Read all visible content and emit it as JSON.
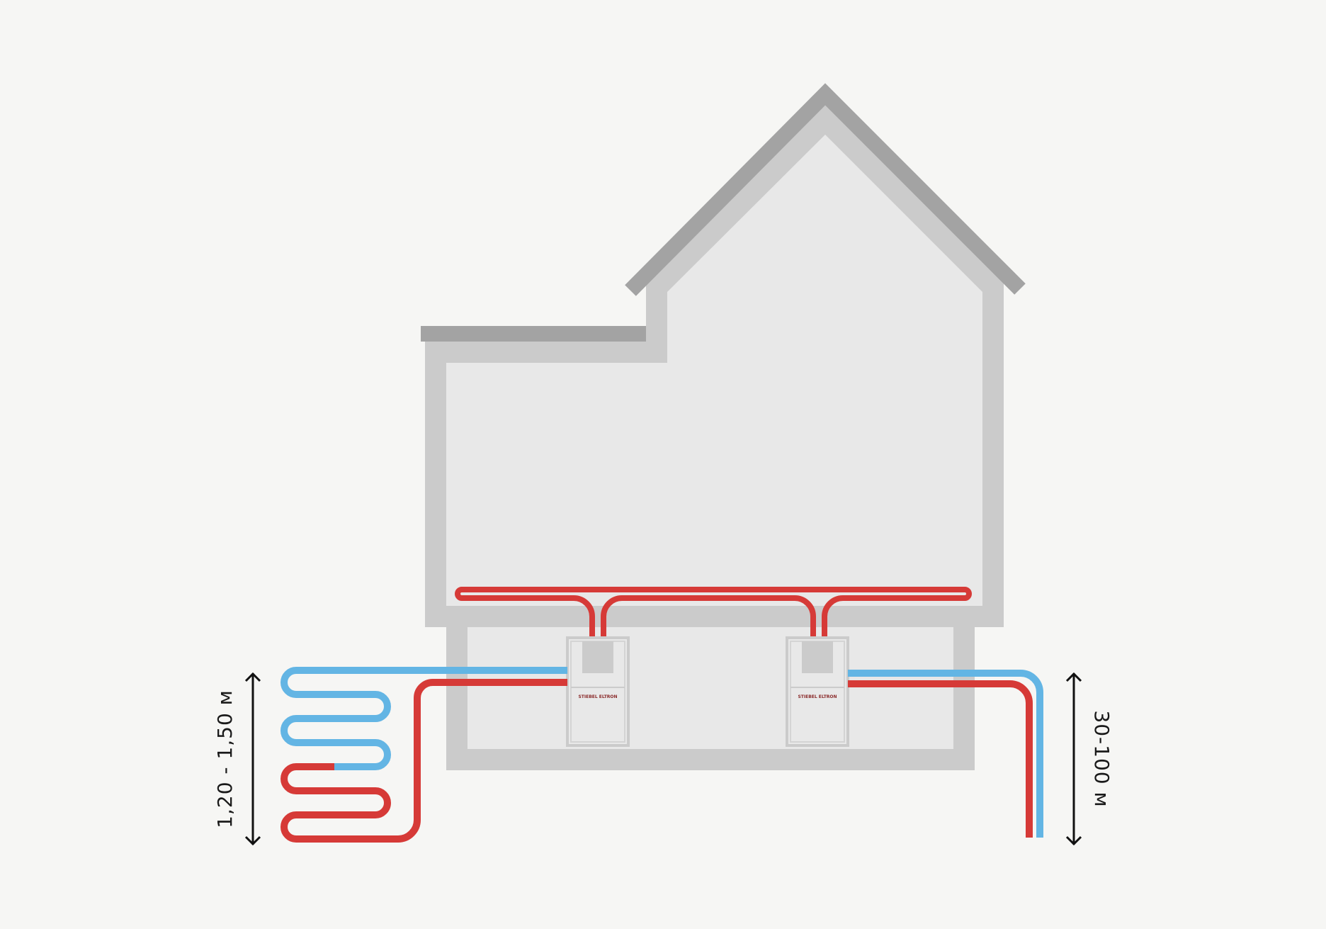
{
  "diagram": {
    "dimension_left": "1,20 - 1,50 м",
    "dimension_right": "30-100 м",
    "unit_brand": "STIEBEL ELTRON"
  },
  "colors": {
    "background": "#f6f6f4",
    "wall": "#cbcbcb",
    "interior": "#e8e8e8",
    "roof": "#a3a3a3",
    "hot_pipe": "#d63a37",
    "cold_pipe": "#63b5e4",
    "arrow": "#111111"
  }
}
